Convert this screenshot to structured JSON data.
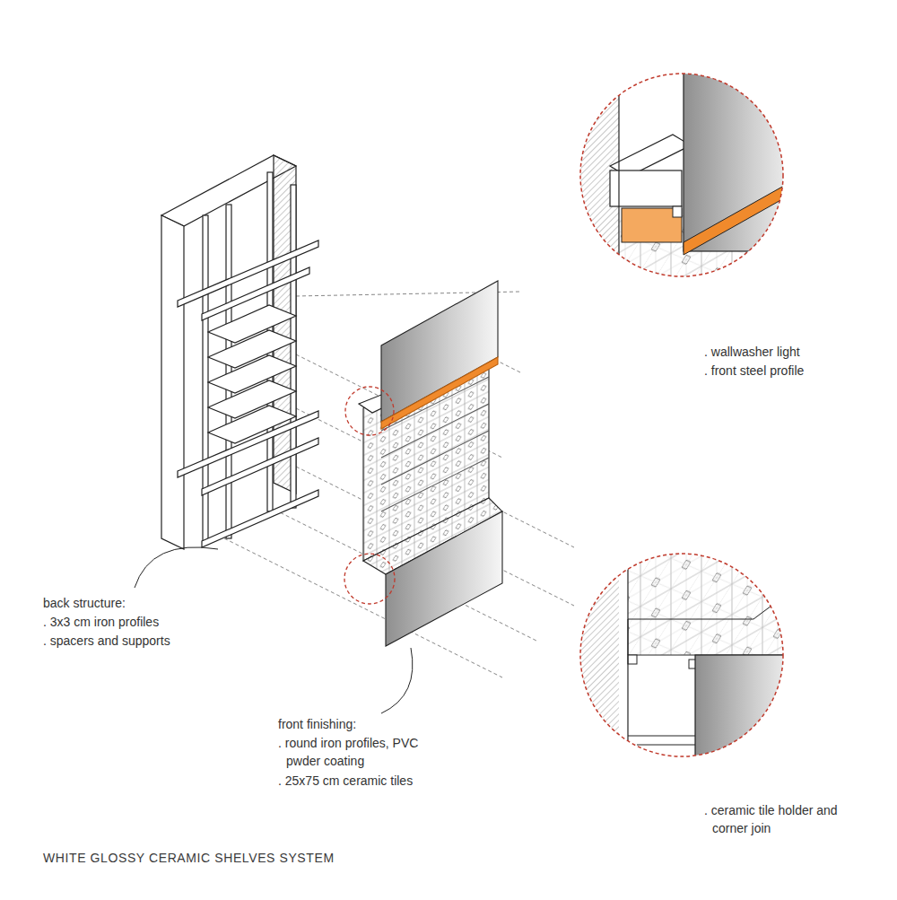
{
  "diagram": {
    "title": "WHITE GLOSSY CERAMIC SHELVES SYSTEM",
    "labels": [
      "back structure:",
      ". 3x3 cm iron profiles",
      ". spacers and supports",
      "front finishing:",
      ". round iron profiles, PVC pwder coating",
      ". 25x75 cm ceramic tiles",
      ". wallwasher light",
      ". front steel profile",
      ". ceramic tile holder and corner join"
    ]
  }
}
